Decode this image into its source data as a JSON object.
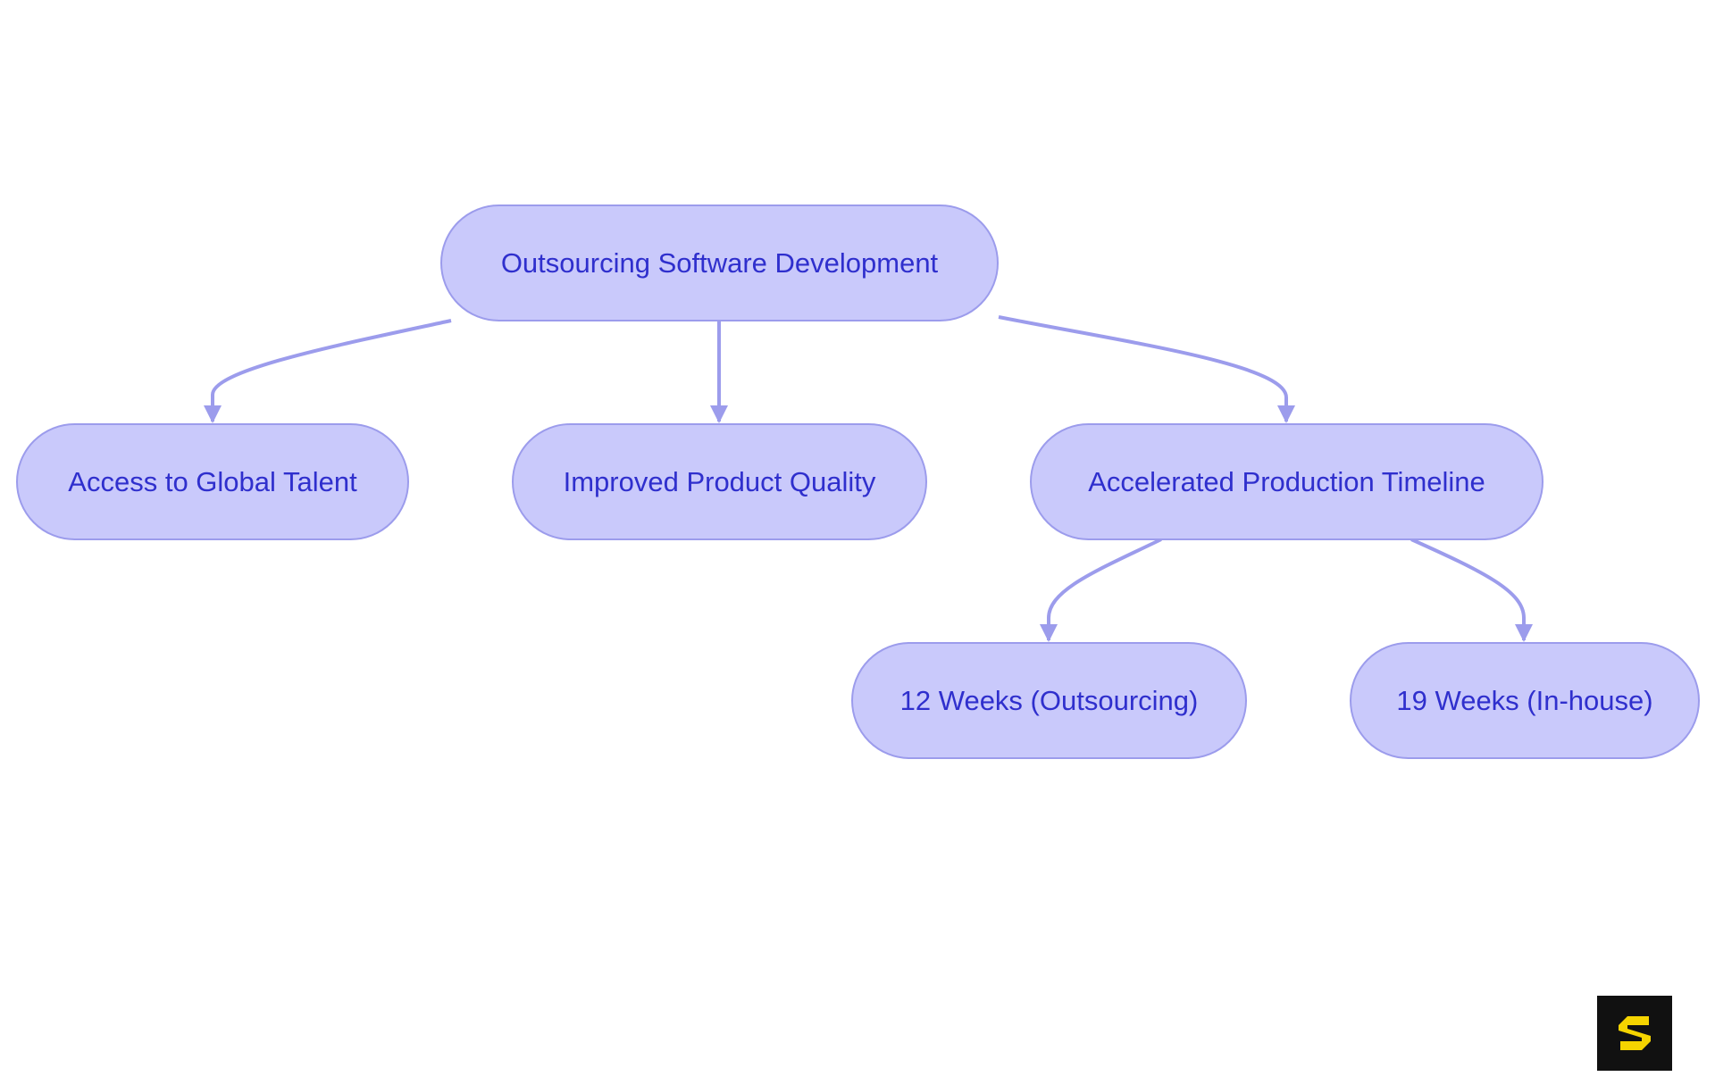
{
  "colors": {
    "node_fill": "#c9c9fb",
    "node_border": "#9c9cec",
    "node_text": "#2f2fcd",
    "edge": "#9c9cec",
    "logo_bg": "#111111",
    "logo_mark": "#f5d400"
  },
  "nodes": {
    "root": {
      "label": "Outsourcing Software Development"
    },
    "talent": {
      "label": "Access to Global Talent"
    },
    "quality": {
      "label": "Improved Product Quality"
    },
    "timeline": {
      "label": "Accelerated Production Timeline"
    },
    "outsourcing_weeks": {
      "label": "12 Weeks (Outsourcing)"
    },
    "inhouse_weeks": {
      "label": "19 Weeks (In-house)"
    }
  },
  "edges": [
    {
      "from": "root",
      "to": "talent"
    },
    {
      "from": "root",
      "to": "quality"
    },
    {
      "from": "root",
      "to": "timeline"
    },
    {
      "from": "timeline",
      "to": "outsourcing_weeks"
    },
    {
      "from": "timeline",
      "to": "inhouse_weeks"
    }
  ],
  "logo": {
    "icon": "s-logo-icon"
  }
}
